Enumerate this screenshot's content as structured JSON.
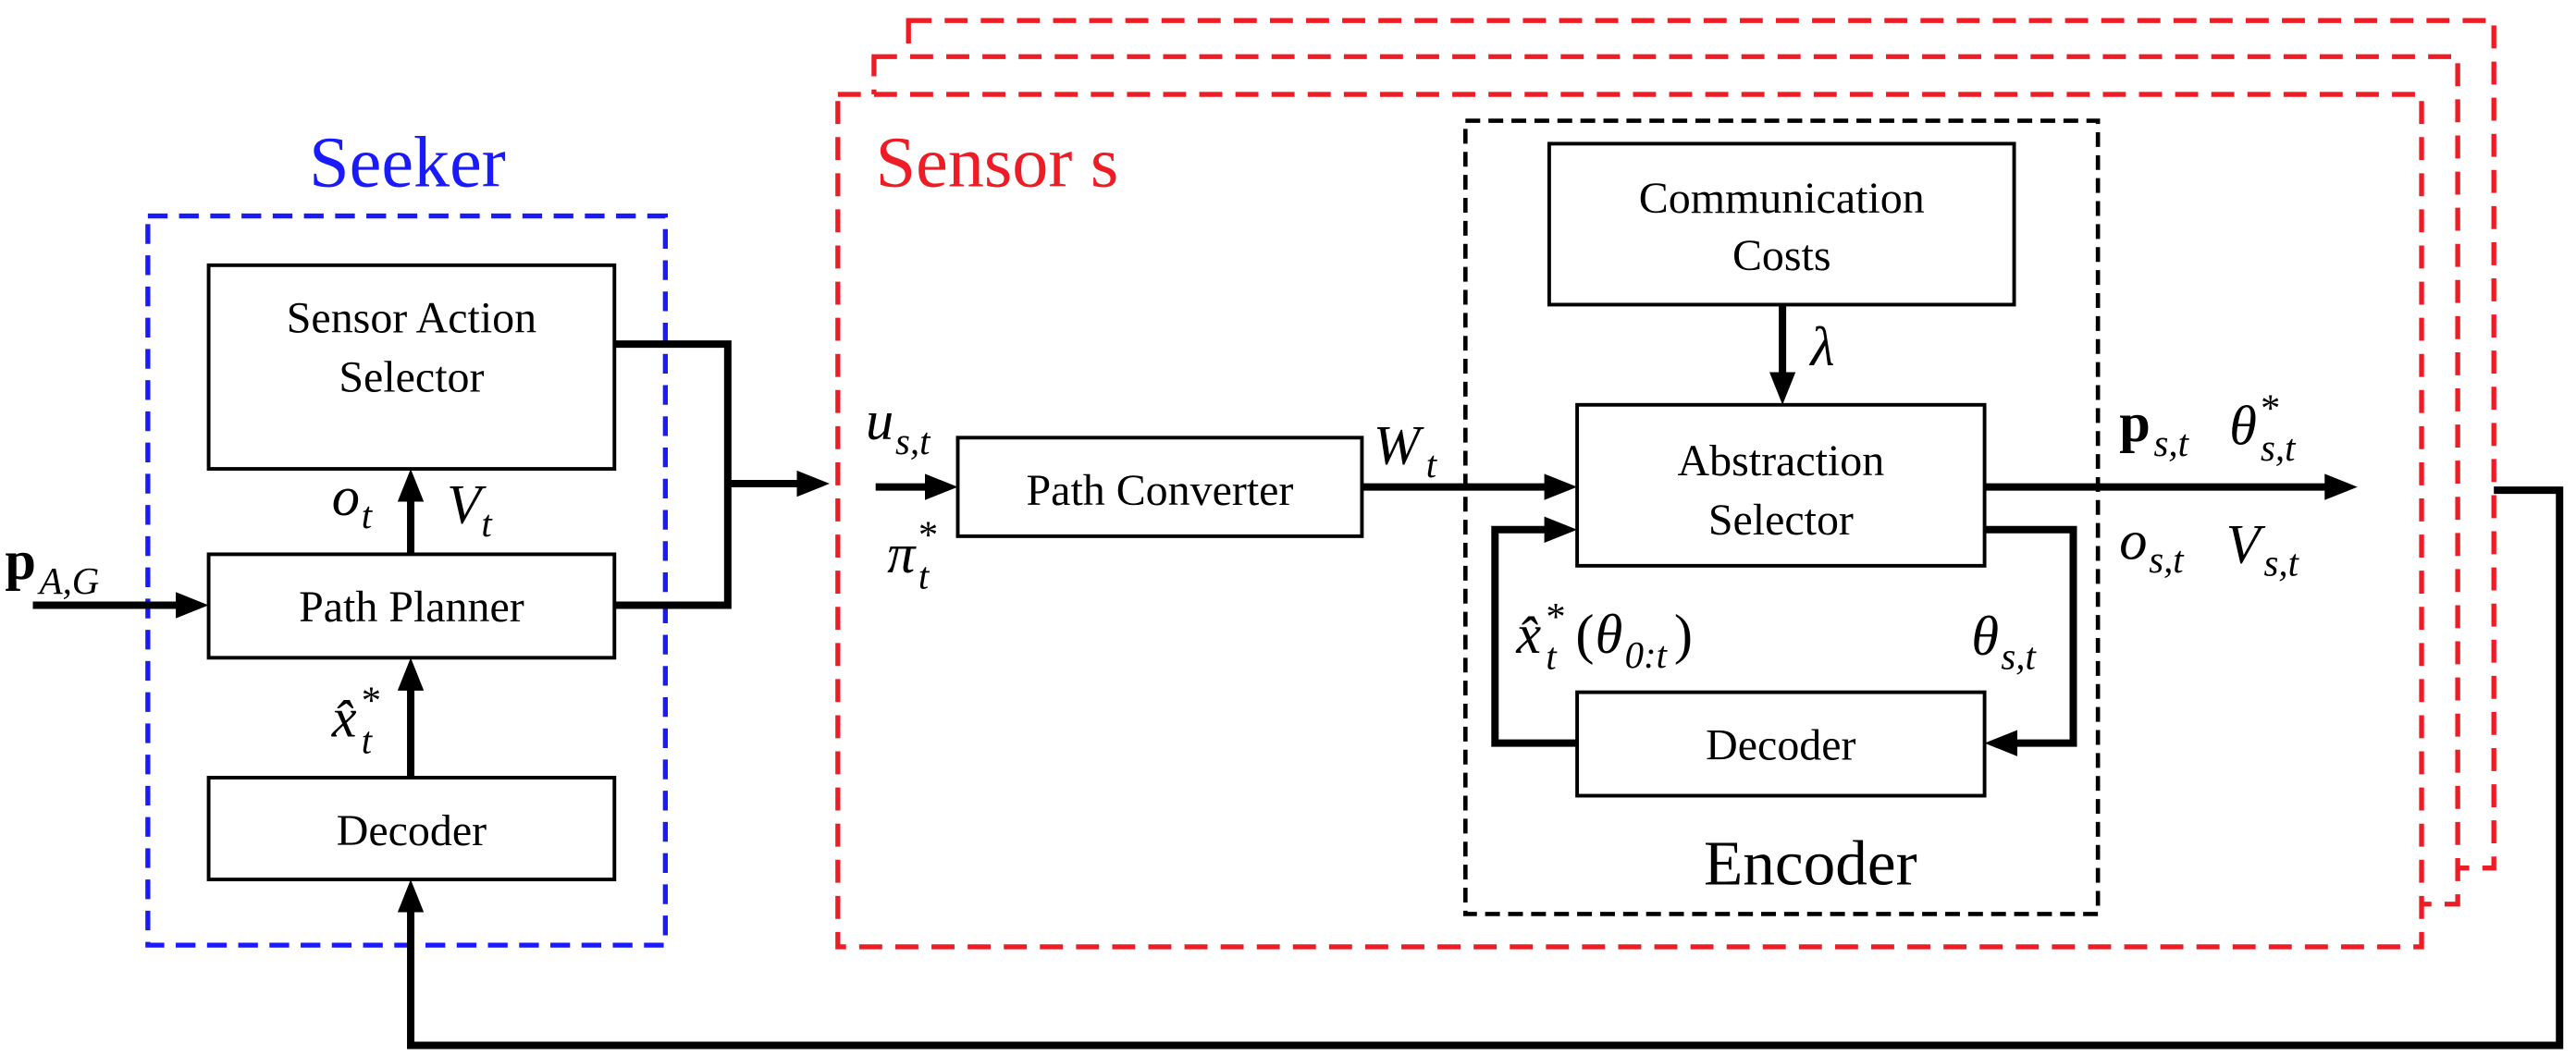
{
  "colors": {
    "seeker": "#1a1aff",
    "sensor": "#ee1c25",
    "encoder": "#000000"
  },
  "seeker": {
    "title": "Seeker",
    "sensor_action_selector": [
      "Sensor Action",
      "Selector"
    ],
    "path_planner": "Path Planner",
    "decoder": "Decoder"
  },
  "sensor": {
    "title": "Sensor s",
    "path_converter": "Path Converter",
    "encoder": {
      "title": "Encoder",
      "communication_costs": [
        "Communication",
        "Costs"
      ],
      "abstraction_selector": [
        "Abstraction",
        "Selector"
      ],
      "decoder": "Decoder"
    }
  },
  "signals": {
    "p_AG": {
      "base": "p",
      "sub": "A,G"
    },
    "o_t": {
      "base": "o",
      "sub": "t"
    },
    "V_t": {
      "base": "V",
      "sub": "t"
    },
    "xhat_seeker": {
      "base": "x̂",
      "sup": "*",
      "sub": "t"
    },
    "u_st": {
      "base": "u",
      "sub": "s,t"
    },
    "pi_t": {
      "base": "π",
      "sup": "*",
      "sub": "t"
    },
    "W_t": {
      "base": "W",
      "sub": "t"
    },
    "lambda": {
      "base": "λ"
    },
    "p_st": {
      "base": "p",
      "sub": "s,t"
    },
    "theta_star_st": {
      "base": "θ",
      "sup": "*",
      "sub": "s,t"
    },
    "o_st": {
      "base": "o",
      "sub": "s,t"
    },
    "V_st": {
      "base": "V",
      "sub": "s,t"
    },
    "xhat_encoder": {
      "base": "x̂",
      "sup": "*",
      "sub": "t",
      "open": "(",
      "arg": "θ",
      "arg_sub": "0:t",
      "close": ")"
    },
    "theta_st": {
      "base": "θ",
      "sub": "s,t"
    }
  }
}
